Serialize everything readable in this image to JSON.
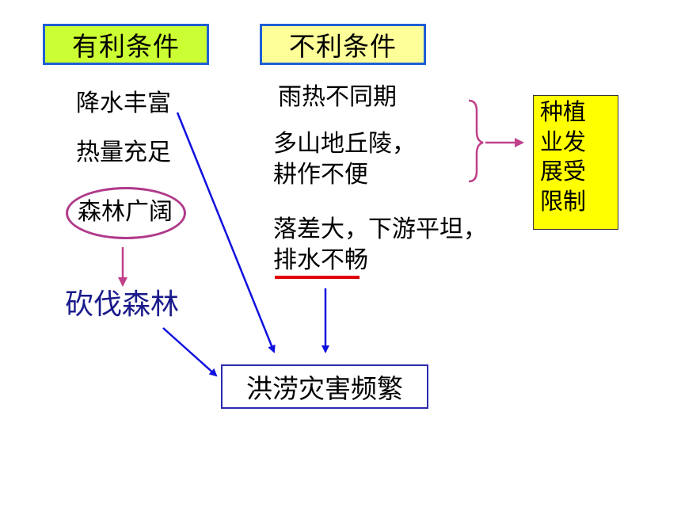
{
  "headers": {
    "favorable": "有利条件",
    "unfavorable": "不利条件"
  },
  "favorable_items": [
    "降水丰富",
    "热量充足",
    "森林广阔"
  ],
  "unfavorable_items": {
    "item1": "雨热不同期",
    "item2_line1": "多山地丘陵，",
    "item2_line2": "耕作不便",
    "item3_line1": "落差大，下游平坦，",
    "item3_line2": "排水不畅"
  },
  "cause": "砍伐森林",
  "result": "洪涝灾害频繁",
  "side_box_lines": [
    "种植",
    "业发",
    "展受",
    "限制"
  ],
  "colors": {
    "header_fill": "#ccff33",
    "header_fill_alt": "#ffff99",
    "header_border": "#1f5fd6",
    "side_box_fill": "#ffff00",
    "arrow_blue": "#1010e0",
    "arrow_magenta": "#c0408a",
    "underline_red": "#e00000"
  }
}
